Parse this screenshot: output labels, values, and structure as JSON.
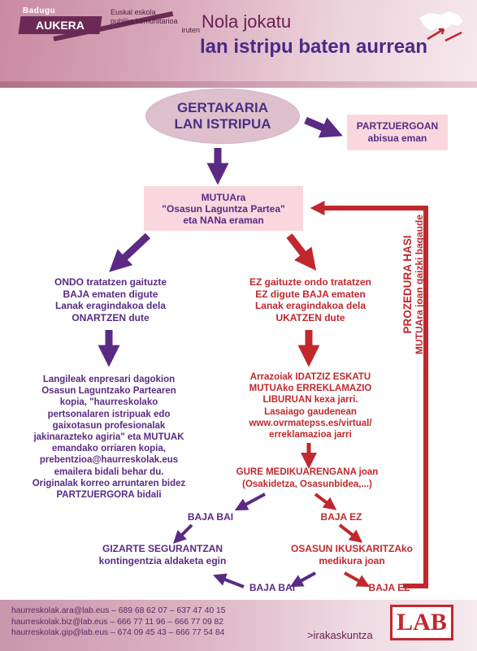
{
  "header": {
    "logo_top": "Badugu",
    "logo_main": "AUKERA",
    "logo_sub": [
      "Euskal eskola",
      "publiko komunitarioa",
      "iruten"
    ],
    "title_line1": "Nola jokatu",
    "title_line2": "lan istripu baten aurrean"
  },
  "flow": {
    "start": [
      "GERTAKARIA",
      "LAN ISTRIPUA"
    ],
    "partzuergoa": [
      "PARTZUERGOAN",
      "abisua eman"
    ],
    "mutua": [
      "MUTUAra",
      "\"Osasun Laguntza Partea\"",
      "eta NANa eraman"
    ],
    "left_case": [
      "ONDO tratatzen gaituzte",
      "BAJA ematen digute",
      "Lanak eragindakoa dela",
      "ONARTZEN dute"
    ],
    "right_case": [
      "EZ gaituzte ondo tratatzen",
      "EZ digute BAJA ematen",
      "Lanak eragindakoa dela",
      "UKATZEN dute"
    ],
    "left_detail": [
      "Langileak enpresari dagokion",
      "Osasun Laguntzako Partearen",
      "kopia, \"haurreskolako",
      "pertsonalaren istripuak edo",
      "gaixotasun profesionalak",
      "jakinarazteko agiria\" eta MUTUAK",
      "emandako orriaren kopia,",
      "prebentzioa@haurreskolak.eus",
      "emailera bidali behar du.",
      "Originalak korreo arruntaren bidez",
      "PARTZUERGORA bidali"
    ],
    "right_detail": [
      "Arrazoiak IDATZIZ ESKATU",
      "MUTUAko ERREKLAMAZIO",
      "LIBURUAN kexa jarri.",
      "Lasaiago gaudenean",
      "www.ovrmatepss.es/virtual/",
      "erreklamazioa jarri"
    ],
    "medikua": [
      "GURE MEDIKUARENGANA joan",
      "(Osakidetza, Osasunbidea,...)"
    ],
    "baja_bai_1": "BAJA BAI",
    "baja_ez_1": "BAJA EZ",
    "gizarte": [
      "GIZARTE SEGURANTZAN",
      "kontingentzia aldaketa egin"
    ],
    "ikuskaritza": [
      "OSASUN IKUSKARITZAko",
      "medikura joan"
    ],
    "baja_bai_2": "BAJA BAI",
    "baja_ez_2": "BAJA EZ",
    "prozedura": [
      "PROZEDURA HASI",
      "MUTUAra joan gaizki bagaude"
    ]
  },
  "footer": {
    "contacts": [
      "haurreskolak.ara@lab.eus  –  689 68 62 07 – 637 47 40 15",
      "haurreskolak.biz@lab.eus  –  666 77 11 96 – 666 77 09 82",
      "haurreskolak.gip@lab.eus  –  674 09 45 43 – 666 77 54 84"
    ],
    "brand_tag": ">irakaskuntza",
    "brand_logo": "LAB"
  },
  "colors": {
    "purple": "#5a2a84",
    "red": "#c0282d",
    "pink_box": "#f8d8de",
    "header": "#c98aa1"
  }
}
